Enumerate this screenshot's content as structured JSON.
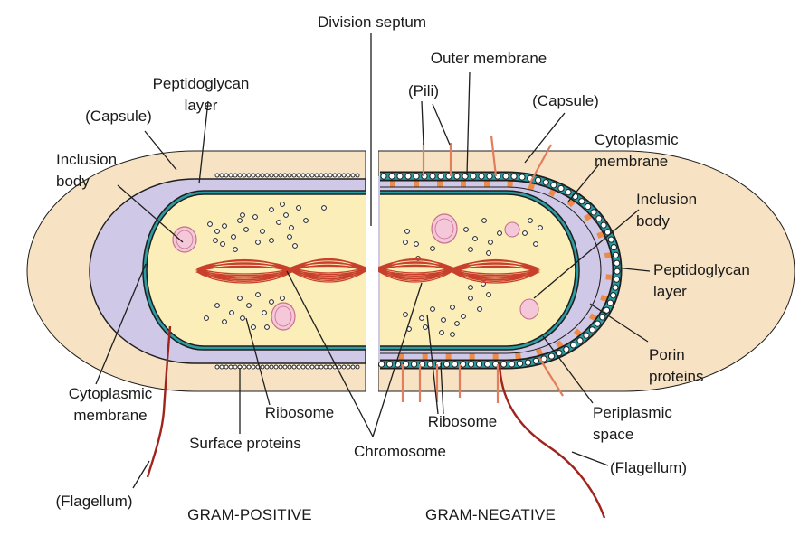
{
  "colors": {
    "capsule": "#f7e3c4",
    "peptidoglycan": "#cfc8e6",
    "cytoplasm": "#fbeeb8",
    "membrane_teal": "#2b9ca2",
    "outline": "#1e1e1e",
    "chromosome": "#c8402c",
    "flagellum": "#a0231c",
    "pili": "#e27d5e",
    "porin": "#ec8a4a",
    "inclusion_fill": "#f4c8d8",
    "inclusion_edge": "#c6708f"
  },
  "labels": {
    "division_septum": "Division septum",
    "outer_membrane": "Outer membrane",
    "pili": "(Pili)",
    "capsule_right": "(Capsule)",
    "cytoplasmic_membrane_right_1": "Cytoplasmic",
    "cytoplasmic_membrane_right_2": "membrane",
    "inclusion_body_right_1": "Inclusion",
    "inclusion_body_right_2": "body",
    "peptidoglycan_right_1": "Peptidoglycan",
    "peptidoglycan_right_2": "layer",
    "porin_1": "Porin",
    "porin_2": "proteins",
    "periplasmic_1": "Periplasmic",
    "periplasmic_2": "space",
    "flagellum_right": "(Flagellum)",
    "ribosome_right": "Ribosome",
    "chromosome": "Chromosome",
    "peptidoglycan_left_1": "Peptidoglycan",
    "peptidoglycan_left_2": "layer",
    "capsule_left": "(Capsule)",
    "inclusion_body_left_1": "Inclusion",
    "inclusion_body_left_2": "body",
    "cytoplasmic_membrane_left_1": "Cytoplasmic",
    "cytoplasmic_membrane_left_2": "membrane",
    "ribosome_left": "Ribosome",
    "surface_proteins": "Surface proteins",
    "flagellum_left": "(Flagellum)",
    "gram_positive": "GRAM-POSITIVE",
    "gram_negative": "GRAM-NEGATIVE"
  }
}
